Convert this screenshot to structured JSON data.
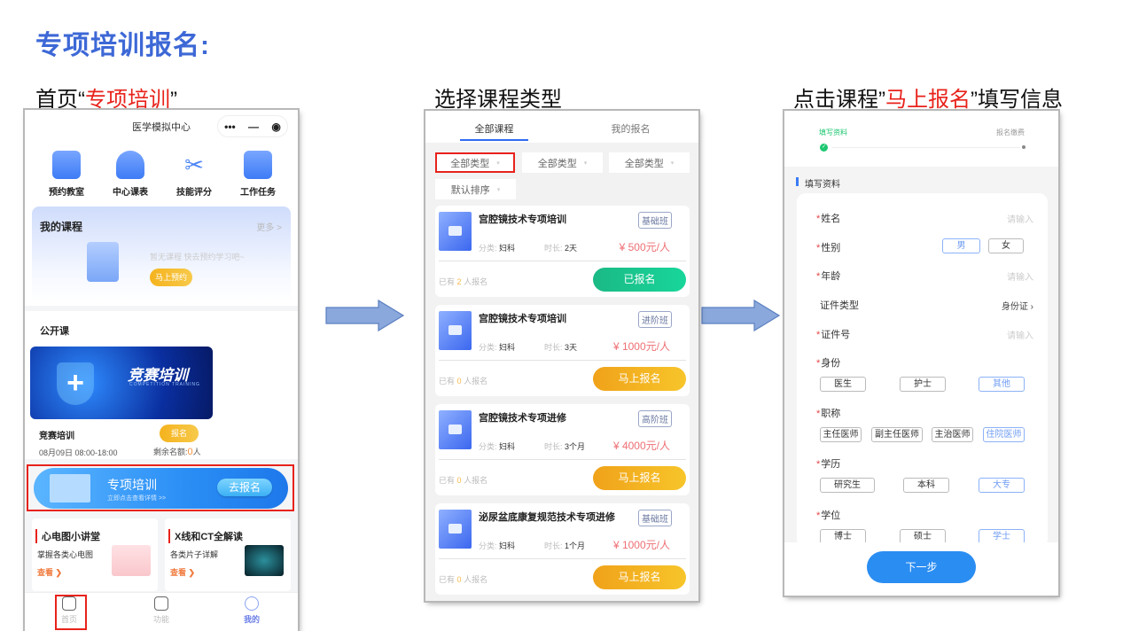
{
  "page_title": "专项培训报名:",
  "steps": {
    "s1_prefix": "首页“",
    "s1_highlight": "专项培训",
    "s1_suffix": "”",
    "s2": "选择课程类型",
    "s3_prefix": "点击课程”",
    "s3_highlight": "马上报名",
    "s3_suffix": "”填写信息"
  },
  "home": {
    "header_title": "医学模拟中心",
    "capsule": {
      "more": "•••",
      "minimize": "—",
      "close": "◉"
    },
    "quick": [
      {
        "label": "预约教室",
        "icon": "building-icon"
      },
      {
        "label": "中心课表",
        "icon": "stamp-icon"
      },
      {
        "label": "技能评分",
        "icon": "scissors-icon"
      },
      {
        "label": "工作任务",
        "icon": "monitor-icon"
      }
    ],
    "my_courses": {
      "title": "我的课程",
      "more": "更多 >",
      "empty": "暂无课程 快去预约学习吧~",
      "button": "马上预约"
    },
    "open_course": {
      "title": "公开课",
      "banner_text": "竞赛培训",
      "banner_sub": "COMPETITION TRAINING",
      "name": "竞赛培训",
      "button": "报名",
      "date": "08月09日 08:00-18:00",
      "remain_label": "剩余名额:",
      "remain_value": "0",
      "remain_unit": "人"
    },
    "promo": {
      "title": "专项培训",
      "sub": "立即点击查看详情  >>",
      "button": "去报名"
    },
    "cards": [
      {
        "title": "心电图小讲堂",
        "sub": "掌握各类心电图",
        "link": "查看 ❯"
      },
      {
        "title": "X线和CT全解读",
        "sub": "各类片子详解",
        "link": "查看 ❯"
      }
    ],
    "tabs": [
      {
        "label": "首页"
      },
      {
        "label": "功能"
      },
      {
        "label": "我的"
      }
    ]
  },
  "courses": {
    "tabs": [
      "全部课程",
      "我的报名"
    ],
    "filters": [
      "全部类型",
      "全部类型",
      "全部类型",
      "默认排序"
    ],
    "filter_arrow": "▾",
    "category_label": "分类:",
    "duration_label": "时长:",
    "count_prefix": "已有",
    "count_suffix": "人报名",
    "items": [
      {
        "title": "宫腔镜技术专项培训",
        "tag": "基础班",
        "category": "妇科",
        "duration": "2天",
        "price": "¥ 500元/人",
        "count": "2",
        "button": "已报名",
        "registered": true
      },
      {
        "title": "宫腔镜技术专项培训",
        "tag": "进阶班",
        "category": "妇科",
        "duration": "3天",
        "price": "¥ 1000元/人",
        "count": "0",
        "button": "马上报名",
        "registered": false
      },
      {
        "title": "宫腔镜技术专项进修",
        "tag": "高阶班",
        "category": "妇科",
        "duration": "3个月",
        "price": "¥ 4000元/人",
        "count": "0",
        "button": "马上报名",
        "registered": false
      },
      {
        "title": "泌尿盆底康复规范技术专项进修",
        "tag": "基础班",
        "category": "妇科",
        "duration": "1个月",
        "price": "¥ 1000元/人",
        "count": "0",
        "button": "马上报名",
        "registered": false
      }
    ],
    "colors": {
      "registered": "#1cc78c",
      "enroll": "#f2a81a",
      "price": "#ee6f74"
    }
  },
  "form": {
    "progress": [
      "填写资料",
      "报名缴费"
    ],
    "section": "填写资料",
    "placeholder": "请输入",
    "fields": {
      "name": "姓名",
      "gender": "性别",
      "age": "年龄",
      "id_type": "证件类型",
      "id_type_value": "身份证 ›",
      "id_no": "证件号",
      "identity": "身份",
      "title": "职称",
      "education": "学历",
      "degree": "学位"
    },
    "gender_options": [
      "男",
      "女"
    ],
    "identity_options": [
      "医生",
      "护士",
      "其他"
    ],
    "title_options": [
      "主任医师",
      "副主任医师",
      "主治医师",
      "住院医师"
    ],
    "education_options": [
      "研究生",
      "本科",
      "大专"
    ],
    "degree_options": [
      "博士",
      "硕士",
      "学士"
    ],
    "next": "下一步",
    "required_mark": "*"
  }
}
